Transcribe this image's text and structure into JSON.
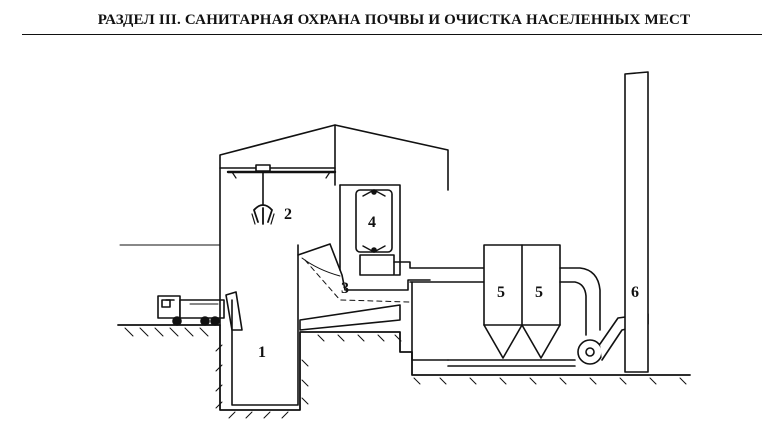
{
  "header": {
    "title": "РАЗДЕЛ III. САНИТАРНАЯ ОХРАНА ПОЧВЫ И ОЧИСТКА НАСЕЛЕННЫХ МЕСТ"
  },
  "diagram": {
    "labels": {
      "bunker": "1",
      "crane": "2",
      "furnace": "3",
      "boiler": "4",
      "filter_a": "5",
      "filter_b": "5",
      "chimney": "6"
    },
    "colors": {
      "line": "#111111",
      "background": "#ffffff"
    }
  }
}
